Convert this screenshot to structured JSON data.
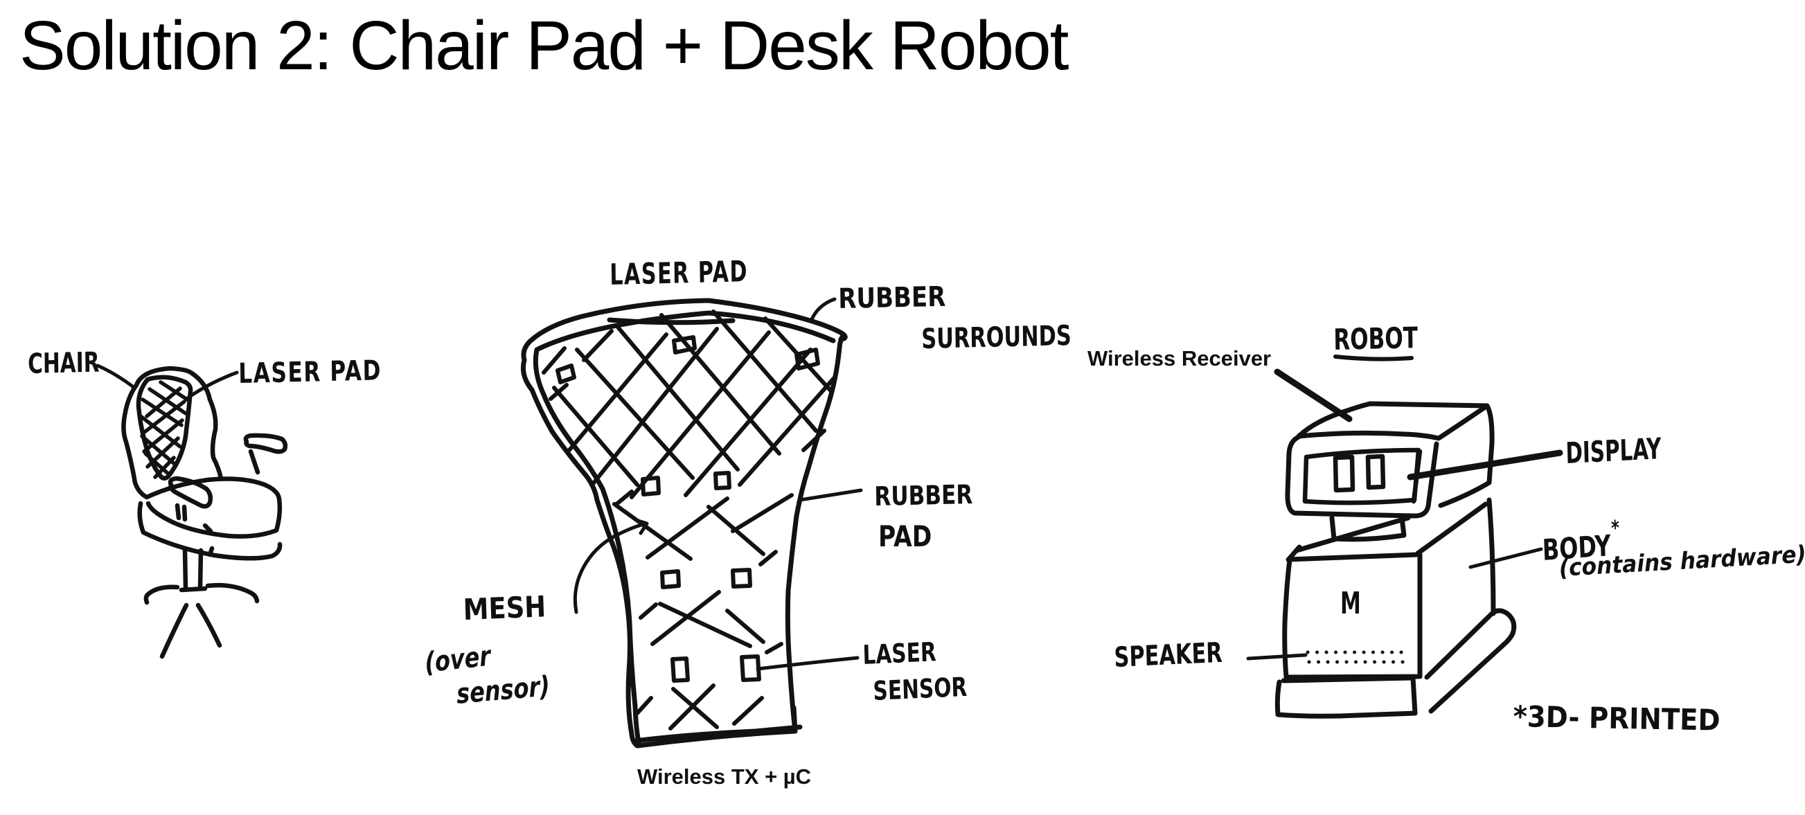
{
  "slide": {
    "title": "Solution 2: Chair Pad + Desk Robot"
  },
  "chair": {
    "label": "CHAIR",
    "pad_label": "LASER PAD"
  },
  "laser_pad": {
    "title": "LASER PAD",
    "rubber_surrounds": [
      "RUBBER",
      "SURROUNDS"
    ],
    "rubber_pad": [
      "RUBBER",
      "PAD"
    ],
    "mesh_label": "MESH",
    "mesh_note": [
      "(over",
      "sensor)"
    ],
    "laser_sensor": [
      "LASER",
      "SENSOR"
    ],
    "caption": "Wireless TX + µC"
  },
  "robot": {
    "title": "ROBOT",
    "receiver_label": "Wireless Receiver",
    "display_label": "DISPLAY",
    "body_label": "BODY",
    "body_superscript": "*",
    "body_note": "(contains hardware)",
    "speaker_label": "SPEAKER",
    "printed_note": "*3D- PRINTED",
    "front_mark": "M"
  },
  "colors": {
    "ink": "#121212",
    "background": "#ffffff"
  }
}
